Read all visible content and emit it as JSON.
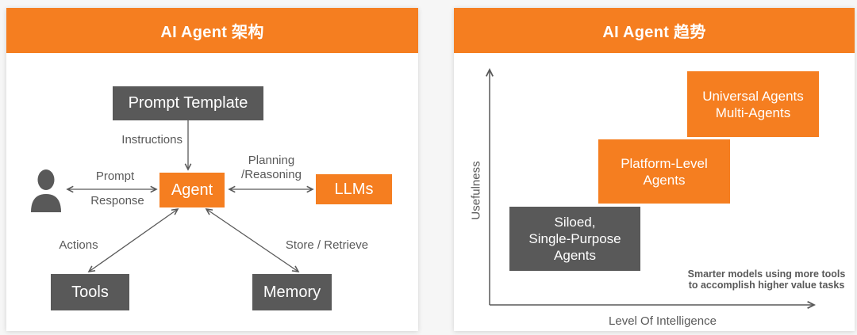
{
  "colors": {
    "orange": "#F57E20",
    "dark_gray": "#595959",
    "card_bg": "#ffffff",
    "page_bg": "#f6f6f6",
    "node_text": "#ffffff"
  },
  "left_panel": {
    "title": "AI Agent 架构",
    "nodes": {
      "prompt_template": "Prompt Template",
      "agent": "Agent",
      "llms": "LLMs",
      "tools": "Tools",
      "memory": "Memory"
    },
    "labels": {
      "instructions": "Instructions",
      "prompt": "Prompt",
      "response": "Response",
      "planning_line1": "Planning",
      "planning_line2": "/Reasoning",
      "actions": "Actions",
      "store_retrieve": "Store / Retrieve"
    },
    "icons": {
      "user": "user-silhouette-icon"
    }
  },
  "right_panel": {
    "title": "AI Agent 趋势",
    "y_axis_label": "Usefulness",
    "x_axis_label": "Level Of Intelligence",
    "boxes": {
      "siloed": {
        "color": "gray",
        "lines": [
          "Siloed,",
          "Single-Purpose",
          "Agents"
        ]
      },
      "platform": {
        "color": "orange",
        "lines": [
          "Platform-Level",
          "Agents"
        ]
      },
      "universal": {
        "color": "orange",
        "lines": [
          "Universal Agents",
          "Multi-Agents"
        ]
      }
    },
    "annotation_lines": [
      "Smarter models using more tools",
      "to accomplish higher value tasks"
    ]
  }
}
